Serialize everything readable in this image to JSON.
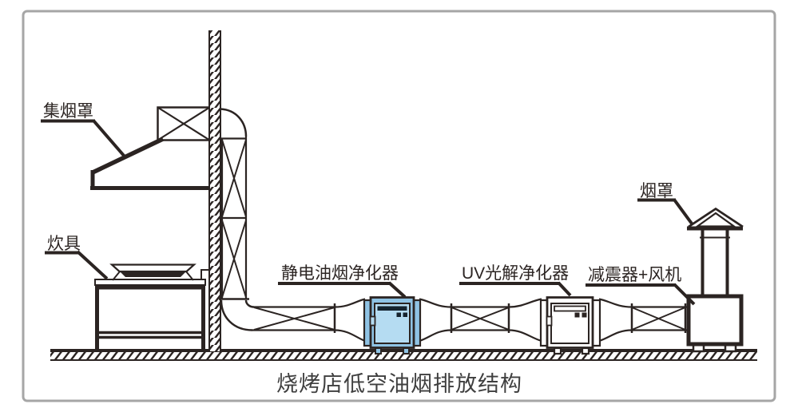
{
  "figure": {
    "title": "烧烤店低空油烟排放结构",
    "labels": {
      "hood": "集烟罩",
      "cooker": "炊具",
      "esp": "静电油烟净化器",
      "uv": "UV光解净化器",
      "fan": "减震器+风机",
      "cap": "烟罩"
    },
    "colors": {
      "ink": "#2b2422",
      "esp_body": "#8fc3e4",
      "esp_door": "#b5dcf2",
      "esp_dark": "#15232e",
      "frame_border": "#a6a6a6",
      "title": "#3f3f3f"
    }
  }
}
